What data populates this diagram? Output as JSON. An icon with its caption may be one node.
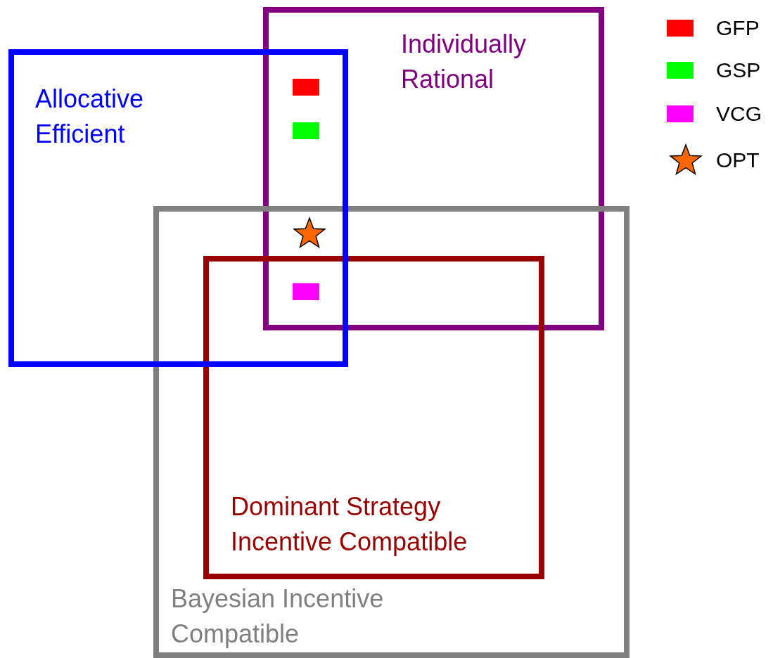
{
  "diagram": {
    "nodes": [
      {
        "text": [
          "Allocative Efficient"
        ]
      },
      {
        "text": [
          "Individually Rational"
        ]
      },
      {
        "text": [
          "Bayesian Incentive Compatible"
        ]
      },
      {
        "text": [
          "Dominant Strategy Incentive Compatible"
        ],
        "in": 2
      }
    ],
    "legend": [
      {
        "text": "GFP",
        "color": "#ff0000"
      },
      {
        "text": "GSP",
        "color": "#00ff00"
      },
      {
        "text": "VCG",
        "color": "#ff00ff"
      },
      {
        "text": "OPT"
      }
    ]
  }
}
